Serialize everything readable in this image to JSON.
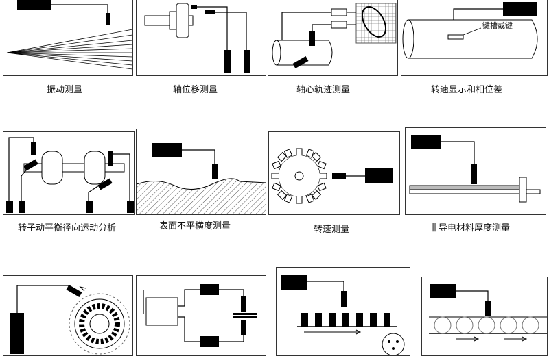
{
  "captions": {
    "vibration": "振动测量",
    "axial_displacement": "轴位移测量",
    "shaft_orbit": "轴心轨迹测量",
    "speed_phase": "转速显示和相位差",
    "rotor_balance": "转子动平衡径向运动分析",
    "surface_unevenness": "表面不平横度测量",
    "speed": "转速测量",
    "nonconductive_thickness": "非导电材料厚度测量"
  },
  "labels": {
    "keyway": "键槽或键"
  }
}
